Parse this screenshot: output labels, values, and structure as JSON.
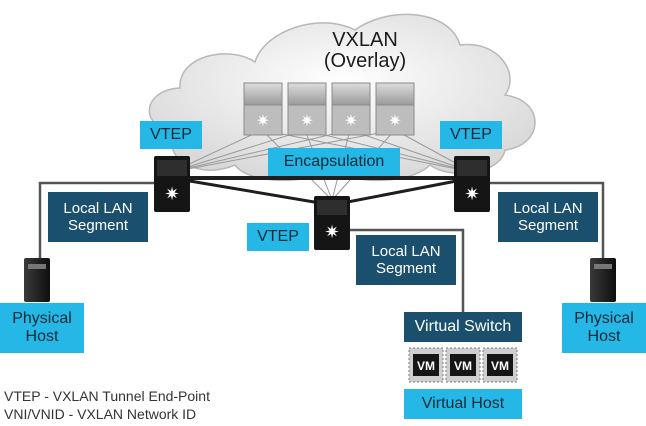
{
  "cloud": {
    "title_line1": "VXLAN",
    "title_line2": "(Overlay)"
  },
  "encapsulation_label": "Encapsulation",
  "vtep_labels": [
    "VTEP",
    "VTEP",
    "VTEP"
  ],
  "segments": [
    {
      "line1": "Local LAN",
      "line2": "Segment"
    },
    {
      "line1": "Local LAN",
      "line2": "Segment"
    },
    {
      "line1": "Local LAN",
      "line2": "Segment"
    }
  ],
  "hosts": [
    {
      "line1": "Physical",
      "line2": "Host"
    },
    {
      "line1": "Physical",
      "line2": "Host"
    }
  ],
  "virtual_switch_label": "Virtual Switch",
  "vm_labels": [
    "VM",
    "VM",
    "VM"
  ],
  "virtual_host_label": "Virtual Host",
  "legend": [
    "VTEP - VXLAN Tunnel End-Point",
    "VNI/VNID - VXLAN Network ID"
  ],
  "colors": {
    "cyan_label": "#25b7e6",
    "navy_label": "#1a4f6e",
    "switch_body": "#111111",
    "cloud_fill": "#e9e9e9",
    "link_line": "#444444"
  },
  "icons": {
    "switch": "network-switch-icon",
    "server": "server-tower-icon",
    "vm": "virtual-machine-icon"
  }
}
